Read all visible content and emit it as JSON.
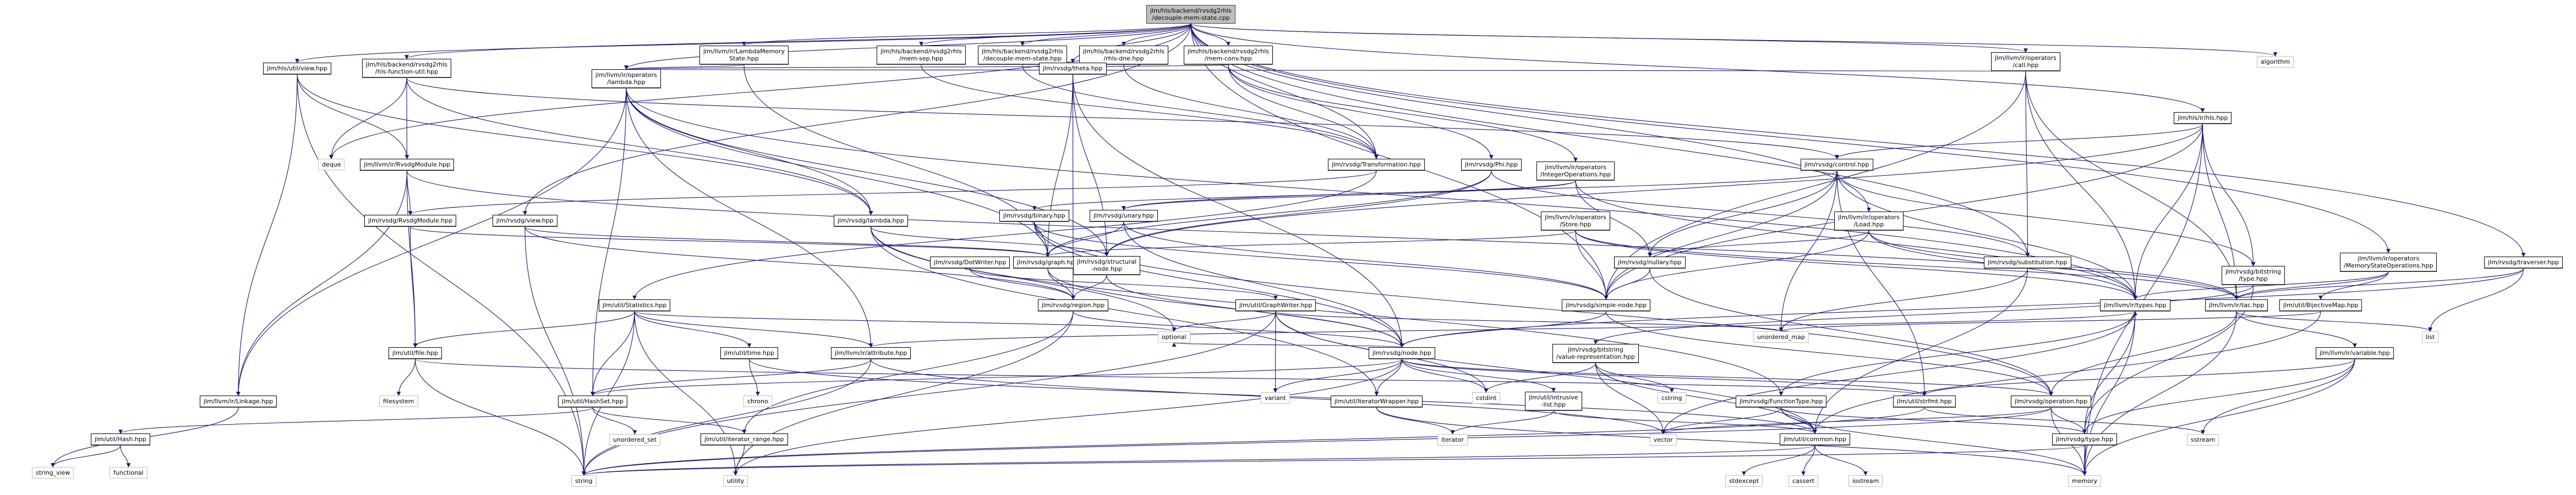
{
  "graph": {
    "title": "Include dependency graph for decouple-mem-state.cpp",
    "edge_color": "#191970",
    "root_fill": "#bfbfbf",
    "nodes": [
      {
        "id": "root",
        "label": "jlm/hls/backend/rvsdg2rhls\n/decouple-mem-state.cpp",
        "kind": "root"
      },
      {
        "id": "hls_view",
        "label": "jlm/hls/util/view.hpp",
        "kind": "hdr"
      },
      {
        "id": "hls_func_util",
        "label": "jlm/hls/backend/rvsdg2rhls\n/hls-function-util.hpp",
        "kind": "hdr"
      },
      {
        "id": "lambda_mem_state",
        "label": "jlm/llvm/ir/LambdaMemory\nState.hpp",
        "kind": "hdr"
      },
      {
        "id": "mem_sep",
        "label": "jlm/hls/backend/rvsdg2rhls\n/mem-sep.hpp",
        "kind": "hdr"
      },
      {
        "id": "decouple_hpp",
        "label": "jlm/hls/backend/rvsdg2rhls\n/decouple-mem-state.hpp",
        "kind": "hdr"
      },
      {
        "id": "rhls_dne",
        "label": "jlm/hls/backend/rvsdg2rhls\n/rhls-dne.hpp",
        "kind": "hdr"
      },
      {
        "id": "mem_conv",
        "label": "jlm/hls/backend/rvsdg2rhls\n/mem-conv.hpp",
        "kind": "hdr"
      },
      {
        "id": "call",
        "label": "jlm/llvm/ir/operators\n/call.hpp",
        "kind": "hdr"
      },
      {
        "id": "algorithm",
        "label": "algorithm",
        "kind": "sys"
      },
      {
        "id": "llvm_lambda",
        "label": "jlm/llvm/ir/operators\n/lambda.hpp",
        "kind": "hdr"
      },
      {
        "id": "theta",
        "label": "jlm/rvsdg/theta.hpp",
        "kind": "hdr"
      },
      {
        "id": "hls",
        "label": "jlm/hls/ir/hls.hpp",
        "kind": "hdr"
      },
      {
        "id": "deque",
        "label": "deque",
        "kind": "sys"
      },
      {
        "id": "llvm_module",
        "label": "jlm/llvm/ir/RvsdgModule.hpp",
        "kind": "hdr"
      },
      {
        "id": "transformation",
        "label": "jlm/rvsdg/Transformation.hpp",
        "kind": "hdr"
      },
      {
        "id": "phi",
        "label": "jlm/rvsdg/Phi.hpp",
        "kind": "hdr"
      },
      {
        "id": "intops",
        "label": "jlm/llvm/ir/operators\n/IntegerOperations.hpp",
        "kind": "hdr"
      },
      {
        "id": "control",
        "label": "jlm/rvsdg/control.hpp",
        "kind": "hdr"
      },
      {
        "id": "rvsdg_module",
        "label": "jlm/rvsdg/RvsdgModule.hpp",
        "kind": "hdr"
      },
      {
        "id": "rvsdg_view",
        "label": "jlm/rvsdg/view.hpp",
        "kind": "hdr"
      },
      {
        "id": "rvsdg_lambda",
        "label": "jlm/rvsdg/lambda.hpp",
        "kind": "hdr"
      },
      {
        "id": "binary",
        "label": "jlm/rvsdg/binary.hpp",
        "kind": "hdr"
      },
      {
        "id": "unary",
        "label": "jlm/rvsdg/unary.hpp",
        "kind": "hdr"
      },
      {
        "id": "store",
        "label": "jlm/llvm/ir/operators\n/Store.hpp",
        "kind": "hdr"
      },
      {
        "id": "load",
        "label": "jlm/llvm/ir/operators\n/Load.hpp",
        "kind": "hdr"
      },
      {
        "id": "dotwriter",
        "label": "jlm/rvsdg/DotWriter.hpp",
        "kind": "hdr"
      },
      {
        "id": "graph",
        "label": "jlm/rvsdg/graph.hpp",
        "kind": "hdr"
      },
      {
        "id": "structural",
        "label": "jlm/rvsdg/structural\n-node.hpp",
        "kind": "hdr"
      },
      {
        "id": "nullary",
        "label": "jlm/rvsdg/nullary.hpp",
        "kind": "hdr"
      },
      {
        "id": "substitution",
        "label": "jlm/rvsdg/substitution.hpp",
        "kind": "hdr"
      },
      {
        "id": "bit_type",
        "label": "jlm/rvsdg/bitstring\n/type.hpp",
        "kind": "hdr"
      },
      {
        "id": "memstate_ops",
        "label": "jlm/llvm/ir/operators\n/MemoryStateOperations.hpp",
        "kind": "hdr"
      },
      {
        "id": "traverser",
        "label": "jlm/rvsdg/traverser.hpp",
        "kind": "hdr"
      },
      {
        "id": "statistics",
        "label": "jlm/util/Statistics.hpp",
        "kind": "hdr"
      },
      {
        "id": "region",
        "label": "jlm/rvsdg/region.hpp",
        "kind": "hdr"
      },
      {
        "id": "graphwriter",
        "label": "jlm/util/GraphWriter.hpp",
        "kind": "hdr"
      },
      {
        "id": "simple_node",
        "label": "jlm/rvsdg/simple-node.hpp",
        "kind": "hdr"
      },
      {
        "id": "types",
        "label": "jlm/llvm/ir/types.hpp",
        "kind": "hdr"
      },
      {
        "id": "tac",
        "label": "jlm/llvm/ir/tac.hpp",
        "kind": "hdr"
      },
      {
        "id": "bijective",
        "label": "jlm/util/BijectiveMap.hpp",
        "kind": "hdr"
      },
      {
        "id": "file",
        "label": "jlm/util/file.hpp",
        "kind": "hdr"
      },
      {
        "id": "time",
        "label": "jlm/util/time.hpp",
        "kind": "hdr"
      },
      {
        "id": "attribute",
        "label": "jlm/llvm/ir/attribute.hpp",
        "kind": "hdr"
      },
      {
        "id": "optional",
        "label": "optional",
        "kind": "sys"
      },
      {
        "id": "node",
        "label": "jlm/rvsdg/node.hpp",
        "kind": "hdr"
      },
      {
        "id": "value_repr",
        "label": "jlm/rvsdg/bitstring\n/value-representation.hpp",
        "kind": "hdr"
      },
      {
        "id": "unordered_map",
        "label": "unordered_map",
        "kind": "sys"
      },
      {
        "id": "variable",
        "label": "jlm/llvm/ir/variable.hpp",
        "kind": "hdr"
      },
      {
        "id": "list",
        "label": "list",
        "kind": "sys"
      },
      {
        "id": "linkage",
        "label": "jlm/llvm/ir/Linkage.hpp",
        "kind": "hdr"
      },
      {
        "id": "filesystem",
        "label": "filesystem",
        "kind": "sys"
      },
      {
        "id": "hashset",
        "label": "jlm/util/HashSet.hpp",
        "kind": "hdr"
      },
      {
        "id": "chrono",
        "label": "chrono",
        "kind": "sys"
      },
      {
        "id": "variant",
        "label": "variant",
        "kind": "sys"
      },
      {
        "id": "iterwrapper",
        "label": "jlm/util/IteratorWrapper.hpp",
        "kind": "hdr"
      },
      {
        "id": "cstdint",
        "label": "cstdint",
        "kind": "sys"
      },
      {
        "id": "intrusive",
        "label": "jlm/util/intrusive\n-list.hpp",
        "kind": "hdr"
      },
      {
        "id": "cstring",
        "label": "cstring",
        "kind": "sys"
      },
      {
        "id": "functype",
        "label": "jlm/rvsdg/FunctionType.hpp",
        "kind": "hdr"
      },
      {
        "id": "strfmt",
        "label": "jlm/util/strfmt.hpp",
        "kind": "hdr"
      },
      {
        "id": "operation",
        "label": "jlm/rvsdg/operation.hpp",
        "kind": "hdr"
      },
      {
        "id": "hash",
        "label": "jlm/util/Hash.hpp",
        "kind": "hdr"
      },
      {
        "id": "unordered_set",
        "label": "unordered_set",
        "kind": "sys"
      },
      {
        "id": "iter_range",
        "label": "jlm/util/iterator_range.hpp",
        "kind": "hdr"
      },
      {
        "id": "iterator",
        "label": "iterator",
        "kind": "sys"
      },
      {
        "id": "vector",
        "label": "vector",
        "kind": "sys"
      },
      {
        "id": "common",
        "label": "jlm/util/common.hpp",
        "kind": "hdr"
      },
      {
        "id": "rvsdg_type",
        "label": "jlm/rvsdg/type.hpp",
        "kind": "hdr"
      },
      {
        "id": "sstream",
        "label": "sstream",
        "kind": "sys"
      },
      {
        "id": "string_view",
        "label": "string_view",
        "kind": "sys"
      },
      {
        "id": "functional",
        "label": "functional",
        "kind": "sys"
      },
      {
        "id": "string",
        "label": "string",
        "kind": "sys"
      },
      {
        "id": "utility",
        "label": "utility",
        "kind": "sys"
      },
      {
        "id": "stdexcept",
        "label": "stdexcept",
        "kind": "sys"
      },
      {
        "id": "cassert",
        "label": "cassert",
        "kind": "sys"
      },
      {
        "id": "iostream",
        "label": "iostream",
        "kind": "sys"
      },
      {
        "id": "memory",
        "label": "memory",
        "kind": "sys"
      }
    ],
    "edges": [
      [
        "root",
        "hls_view"
      ],
      [
        "root",
        "hls_func_util"
      ],
      [
        "root",
        "lambda_mem_state"
      ],
      [
        "root",
        "mem_sep"
      ],
      [
        "root",
        "decouple_hpp"
      ],
      [
        "root",
        "rhls_dne"
      ],
      [
        "root",
        "mem_conv"
      ],
      [
        "root",
        "call"
      ],
      [
        "root",
        "algorithm"
      ],
      [
        "root",
        "llvm_lambda"
      ],
      [
        "root",
        "theta"
      ],
      [
        "root",
        "hls"
      ],
      [
        "root",
        "deque"
      ],
      [
        "root",
        "rvsdg_view"
      ],
      [
        "root",
        "transformation"
      ],
      [
        "root",
        "load"
      ],
      [
        "root",
        "memstate_ops"
      ],
      [
        "root",
        "traverser"
      ],
      [
        "root",
        "substitution"
      ],
      [
        "root",
        "simple_node"
      ],
      [
        "hls_view",
        "llvm_module"
      ],
      [
        "hls_view",
        "string"
      ],
      [
        "hls_view",
        "rvsdg_lambda"
      ],
      [
        "hls_view",
        "linkage"
      ],
      [
        "hls_func_util",
        "deque"
      ],
      [
        "hls_func_util",
        "llvm_module"
      ],
      [
        "hls_func_util",
        "rvsdg_lambda"
      ],
      [
        "hls_func_util",
        "control"
      ],
      [
        "lambda_mem_state",
        "llvm_lambda"
      ],
      [
        "lambda_mem_state",
        "graph"
      ],
      [
        "mem_sep",
        "transformation"
      ],
      [
        "decouple_hpp",
        "transformation"
      ],
      [
        "rhls_dne",
        "transformation"
      ],
      [
        "mem_conv",
        "transformation"
      ],
      [
        "mem_conv",
        "llvm_lambda"
      ],
      [
        "mem_conv",
        "phi"
      ],
      [
        "mem_conv",
        "intops"
      ],
      [
        "call",
        "llvm_lambda"
      ],
      [
        "call",
        "types"
      ],
      [
        "call",
        "tac"
      ],
      [
        "call",
        "simple_node"
      ],
      [
        "call",
        "substitution"
      ],
      [
        "llvm_lambda",
        "linkage"
      ],
      [
        "llvm_lambda",
        "rvsdg_lambda"
      ],
      [
        "llvm_lambda",
        "attribute"
      ],
      [
        "llvm_lambda",
        "graph"
      ],
      [
        "llvm_lambda",
        "types"
      ],
      [
        "llvm_lambda",
        "hashset"
      ],
      [
        "llvm_lambda",
        "structural"
      ],
      [
        "theta",
        "structural"
      ],
      [
        "theta",
        "graph"
      ],
      [
        "theta",
        "region"
      ],
      [
        "theta",
        "node"
      ],
      [
        "hls",
        "control"
      ],
      [
        "hls",
        "types"
      ],
      [
        "hls",
        "tac"
      ],
      [
        "hls",
        "memory"
      ],
      [
        "hls",
        "simple_node"
      ],
      [
        "hls",
        "bit_type"
      ],
      [
        "hls",
        "structural"
      ],
      [
        "llvm_module",
        "rvsdg_module"
      ],
      [
        "llvm_module",
        "linkage"
      ],
      [
        "llvm_module",
        "file"
      ],
      [
        "llvm_module",
        "tac"
      ],
      [
        "transformation",
        "statistics"
      ],
      [
        "transformation",
        "rvsdg_module"
      ],
      [
        "phi",
        "structural"
      ],
      [
        "phi",
        "graph"
      ],
      [
        "phi",
        "substitution"
      ],
      [
        "intops",
        "binary"
      ],
      [
        "intops",
        "unary"
      ],
      [
        "intops",
        "nullary"
      ],
      [
        "intops",
        "types"
      ],
      [
        "control",
        "unary"
      ],
      [
        "control",
        "nullary"
      ],
      [
        "control",
        "types"
      ],
      [
        "control",
        "bit_type"
      ],
      [
        "control",
        "unordered_map"
      ],
      [
        "control",
        "strfmt"
      ],
      [
        "control",
        "simple_node"
      ],
      [
        "rvsdg_module",
        "graph"
      ],
      [
        "rvsdg_module",
        "file"
      ],
      [
        "rvsdg_view",
        "graph"
      ],
      [
        "rvsdg_view",
        "string"
      ],
      [
        "rvsdg_view",
        "region"
      ],
      [
        "rvsdg_lambda",
        "structural"
      ],
      [
        "rvsdg_lambda",
        "iterwrapper"
      ],
      [
        "rvsdg_lambda",
        "functype"
      ],
      [
        "rvsdg_lambda",
        "optional"
      ],
      [
        "binary",
        "graph"
      ],
      [
        "binary",
        "simple_node"
      ],
      [
        "binary",
        "node"
      ],
      [
        "binary",
        "operation"
      ],
      [
        "unary",
        "graph"
      ],
      [
        "unary",
        "simple_node"
      ],
      [
        "unary",
        "node"
      ],
      [
        "store",
        "types"
      ],
      [
        "store",
        "tac"
      ],
      [
        "store",
        "simple_node"
      ],
      [
        "store",
        "graph"
      ],
      [
        "load",
        "types"
      ],
      [
        "load",
        "tac"
      ],
      [
        "load",
        "simple_node"
      ],
      [
        "load",
        "nullary"
      ],
      [
        "dotwriter",
        "region"
      ],
      [
        "dotwriter",
        "graphwriter"
      ],
      [
        "graph",
        "region"
      ],
      [
        "graph",
        "node"
      ],
      [
        "structural",
        "region"
      ],
      [
        "structural",
        "node"
      ],
      [
        "nullary",
        "simple_node"
      ],
      [
        "nullary",
        "operation"
      ],
      [
        "substitution",
        "unordered_map"
      ],
      [
        "substitution",
        "common"
      ],
      [
        "bit_type",
        "rvsdg_type"
      ],
      [
        "bit_type",
        "value_repr"
      ],
      [
        "memstate_ops",
        "types"
      ],
      [
        "memstate_ops",
        "tac"
      ],
      [
        "memstate_ops",
        "bijective"
      ],
      [
        "traverser",
        "list"
      ],
      [
        "traverser",
        "tac"
      ],
      [
        "traverser",
        "node"
      ],
      [
        "statistics",
        "file"
      ],
      [
        "statistics",
        "time"
      ],
      [
        "statistics",
        "hashset"
      ],
      [
        "statistics",
        "string"
      ],
      [
        "statistics",
        "utility"
      ],
      [
        "statistics",
        "attribute"
      ],
      [
        "statistics",
        "optional"
      ],
      [
        "region",
        "node"
      ],
      [
        "region",
        "iter_range"
      ],
      [
        "region",
        "utility"
      ],
      [
        "graphwriter",
        "optional"
      ],
      [
        "graphwriter",
        "unordered_map"
      ],
      [
        "graphwriter",
        "string"
      ],
      [
        "graphwriter",
        "cstdint"
      ],
      [
        "graphwriter",
        "variant"
      ],
      [
        "graphwriter",
        "common"
      ],
      [
        "simple_node",
        "node"
      ],
      [
        "simple_node",
        "operation"
      ],
      [
        "types",
        "functype"
      ],
      [
        "types",
        "rvsdg_type"
      ],
      [
        "types",
        "vector"
      ],
      [
        "types",
        "memory"
      ],
      [
        "tac",
        "variable"
      ],
      [
        "tac",
        "operation"
      ],
      [
        "tac",
        "list"
      ],
      [
        "tac",
        "memory"
      ],
      [
        "bijective",
        "unordered_map"
      ],
      [
        "bijective",
        "common"
      ],
      [
        "file",
        "filesystem"
      ],
      [
        "file",
        "string"
      ],
      [
        "file",
        "strfmt"
      ],
      [
        "time",
        "chrono"
      ],
      [
        "time",
        "common"
      ],
      [
        "attribute",
        "hashset"
      ],
      [
        "attribute",
        "types"
      ],
      [
        "attribute",
        "vector"
      ],
      [
        "attribute",
        "string"
      ],
      [
        "node",
        "variant"
      ],
      [
        "node",
        "iterwrapper"
      ],
      [
        "node",
        "cstdint"
      ],
      [
        "node",
        "intrusive"
      ],
      [
        "node",
        "hashset"
      ],
      [
        "node",
        "strfmt"
      ],
      [
        "node",
        "operation"
      ],
      [
        "node",
        "optional"
      ],
      [
        "node",
        "utility"
      ],
      [
        "value_repr",
        "cstring"
      ],
      [
        "value_repr",
        "vector"
      ],
      [
        "value_repr",
        "common"
      ],
      [
        "value_repr",
        "cstdint"
      ],
      [
        "variable",
        "rvsdg_type"
      ],
      [
        "variable",
        "strfmt"
      ],
      [
        "variable",
        "sstream"
      ],
      [
        "variable",
        "memory"
      ],
      [
        "linkage",
        "string_view"
      ],
      [
        "hashset",
        "hash"
      ],
      [
        "hashset",
        "unordered_set"
      ],
      [
        "hashset",
        "iter_range"
      ],
      [
        "iterwrapper",
        "iterator"
      ],
      [
        "iterwrapper",
        "memory"
      ],
      [
        "intrusive",
        "iterator"
      ],
      [
        "intrusive",
        "common"
      ],
      [
        "functype",
        "vector"
      ],
      [
        "functype",
        "common"
      ],
      [
        "functype",
        "rvsdg_type"
      ],
      [
        "functype",
        "memory"
      ],
      [
        "strfmt",
        "sstream"
      ],
      [
        "strfmt",
        "string"
      ],
      [
        "operation",
        "rvsdg_type"
      ],
      [
        "operation",
        "memory"
      ],
      [
        "operation",
        "vector"
      ],
      [
        "operation",
        "string"
      ],
      [
        "hash",
        "string_view"
      ],
      [
        "hash",
        "functional"
      ],
      [
        "iter_range",
        "utility"
      ],
      [
        "common",
        "stdexcept"
      ],
      [
        "common",
        "cassert"
      ],
      [
        "common",
        "iostream"
      ],
      [
        "common",
        "string"
      ],
      [
        "rvsdg_type",
        "memory"
      ],
      [
        "rvsdg_type",
        "string"
      ]
    ]
  }
}
